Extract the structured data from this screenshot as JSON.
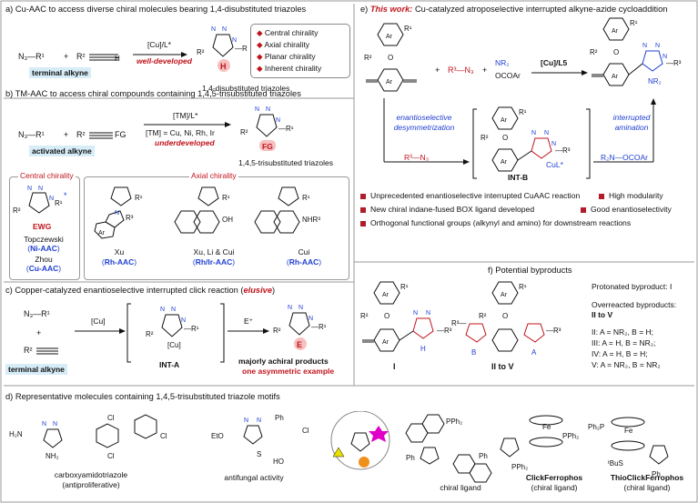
{
  "panel_a": {
    "title": "a) Cu-AAC to access diverse chiral molecules bearing 1,4-disubstituted triazoles",
    "reagent1": "N₃—R¹",
    "plus": "+",
    "reagent2": "R²",
    "catalyst": "[Cu]/L*",
    "status": "well-developed",
    "pill": "terminal alkyne",
    "product_label": "1,4-disubstituted triazoles",
    "chirality_list": [
      "Central chirality",
      "Axial chirality",
      "Planar chirality",
      "Inherent chirality"
    ]
  },
  "panel_b": {
    "title": "b) TM-AAC to access chiral compounds containing 1,4,5-trisubstituted triazoles",
    "reagent1": "N₃—R¹",
    "plus": "+",
    "reagent2": "R²",
    "fg": "FG",
    "catalyst": "[TM]/L*",
    "metals": "[TM] = Cu, Ni, Rh, Ir",
    "status": "underdeveloped",
    "pill": "activated alkyne",
    "product_label": "1,4,5-trisubstituted triazoles",
    "central_box_title": "Central chirality",
    "axial_box_title": "Axial chirality",
    "ewg": "EWG",
    "examples": [
      {
        "name": "Topczewski",
        "method": "Ni-AAC"
      },
      {
        "name": "Zhou",
        "method": "Cu-AAC"
      },
      {
        "name": "Xu",
        "method": "Rh-AAC"
      },
      {
        "name": "Xu, Li & Cui",
        "method": "Rh/Ir-AAC"
      },
      {
        "name": "Cui",
        "method": "Rh-AAC"
      }
    ]
  },
  "panel_c": {
    "title_prefix": "c) Copper-catalyzed enantioselective interrupted click reaction (",
    "title_em": "elusive",
    "title_suffix": ")",
    "reagent1": "N₃—R¹",
    "plus": "+",
    "reagent2": "R²",
    "catalyst": "[Cu]",
    "electrophile": "E⁺",
    "intermediate": "INT-A",
    "pill": "terminal alkyne",
    "result_line1": "majorly achiral products",
    "result_line2": "one asymmetric example"
  },
  "panel_d": {
    "title": "d) Representative molecules containing 1,4,5-trisubstituted triazole motifs",
    "molecules": [
      {
        "line1": "carboxyamidotriazole",
        "line2": "(antiproliferative)"
      },
      {
        "line1": "antifungal activity",
        "line2": ""
      },
      {
        "line1": "chiral ligand",
        "line2": ""
      },
      {
        "line1": "ClickFerrophos",
        "line2": "(chiral ligand)"
      },
      {
        "line1": "ThioClickFerrophos",
        "line2": "(chiral ligand)"
      }
    ]
  },
  "panel_e": {
    "title_prefix": "e) ",
    "title_em": "This work:",
    "title_rest": " Cu-catalyzed atroposelective interrupted alkyne-azide cycloaddition",
    "plus": "+",
    "azide": "R³—N₃",
    "amine_top": "NR₂",
    "amine_bottom": "OCOAr",
    "catalyst": "[Cu]/L5",
    "step1": "enantioselective desymmetrization",
    "step1_reagent": "R³—N₃",
    "step2": "interrupted amination",
    "step2_reagent": "R₂N—OCOAr",
    "intermediate": "INT-B",
    "cul": "CuL*",
    "bullets": [
      "Unprecedented enantioselective interrupted CuAAC reaction",
      "High modularity",
      "New chiral indane-fused BOX ligand developed",
      "Good enantioselectivity",
      "Orthogonal functional groups (alkynyl and amino) for downstream reactions"
    ]
  },
  "panel_f": {
    "title": "f) Potential byproducts",
    "label1": "I",
    "label2": "II to V",
    "protonated": "Protonated byproduct: I",
    "overreacted": "Overreacted byproducts:",
    "overreacted_range": "II to V",
    "defs": [
      "II: A = NR₂, B = H;",
      "III: A = H, B = NR₂;",
      "IV: A = H, B = H;",
      "V: A = NR₂, B = NR₂"
    ]
  },
  "colors": {
    "red": "#c0141c",
    "blue": "#1f3fd1",
    "pill": "#d6ecf7",
    "magenta": "#e000c8",
    "yellow": "#e8e000",
    "orange": "#f0901c"
  }
}
